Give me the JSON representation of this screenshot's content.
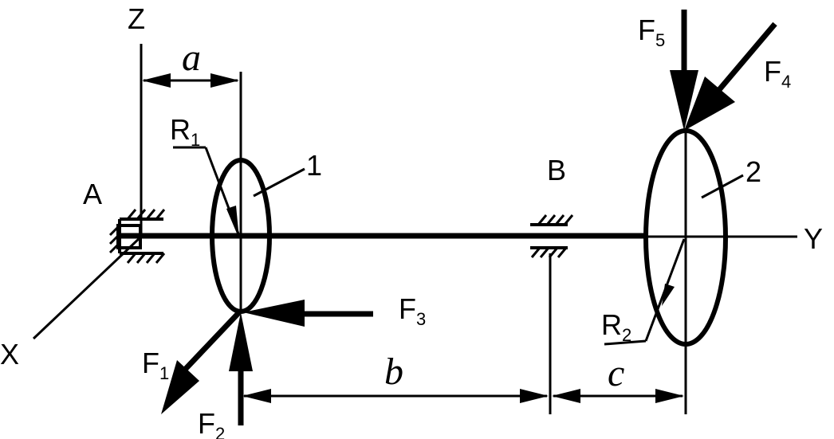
{
  "diagram": {
    "axes": {
      "z": "Z",
      "y": "Y",
      "x": "X"
    },
    "supports": {
      "a": "A",
      "b": "B"
    },
    "dimensions": {
      "a": "a",
      "b": "b",
      "c": "c"
    },
    "wheels": {
      "w1": "1",
      "w2": "2"
    },
    "radii": {
      "r1": {
        "base": "R",
        "sub": "1"
      },
      "r2": {
        "base": "R",
        "sub": "2"
      }
    },
    "forces": {
      "f1": {
        "base": "F",
        "sub": "1"
      },
      "f2": {
        "base": "F",
        "sub": "2"
      },
      "f3": {
        "base": "F",
        "sub": "3"
      },
      "f4": {
        "base": "F",
        "sub": "4"
      },
      "f5": {
        "base": "F",
        "sub": "5"
      }
    }
  }
}
